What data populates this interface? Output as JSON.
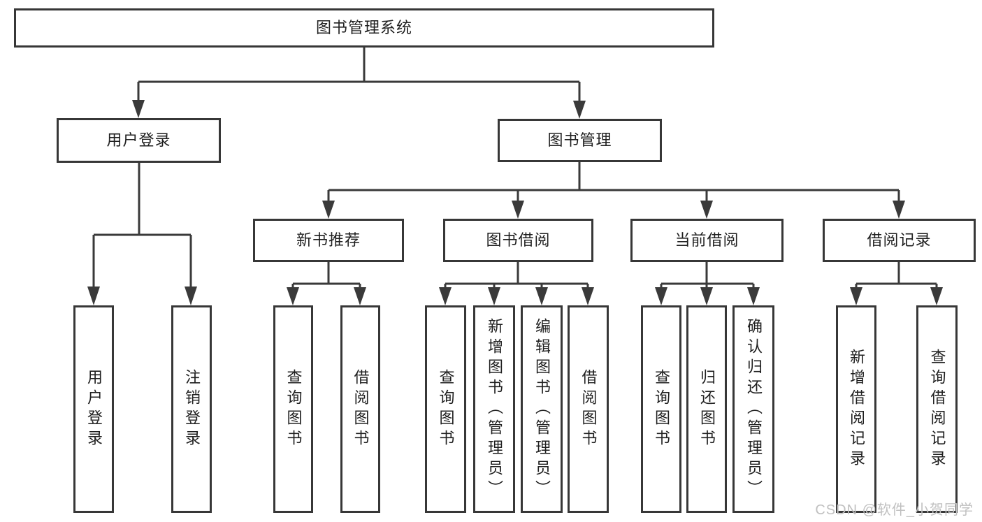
{
  "tree": {
    "root": "图书管理系统",
    "branches": [
      {
        "label": "用户登录",
        "children": [
          "用户登录",
          "注销登录"
        ]
      },
      {
        "label": "图书管理",
        "children": [
          {
            "label": "新书推荐",
            "children": [
              "查询图书",
              "借阅图书"
            ]
          },
          {
            "label": "图书借阅",
            "children": [
              "查询图书",
              "新增图书（管理员）",
              "编辑图书（管理员）",
              "借阅图书"
            ]
          },
          {
            "label": "当前借阅",
            "children": [
              "查询图书",
              "归还图书",
              "确认归还（管理员）"
            ]
          },
          {
            "label": "借阅记录",
            "children": [
              "新增借阅记录",
              "查询借阅记录"
            ]
          }
        ]
      }
    ]
  },
  "watermark": "CSDN @软件_小贺同学",
  "colors": {
    "line": "#3a3a3a",
    "box_border": "#373737",
    "text": "#1f1f1f",
    "watermark": "#c0c0c0",
    "background": "#ffffff"
  }
}
